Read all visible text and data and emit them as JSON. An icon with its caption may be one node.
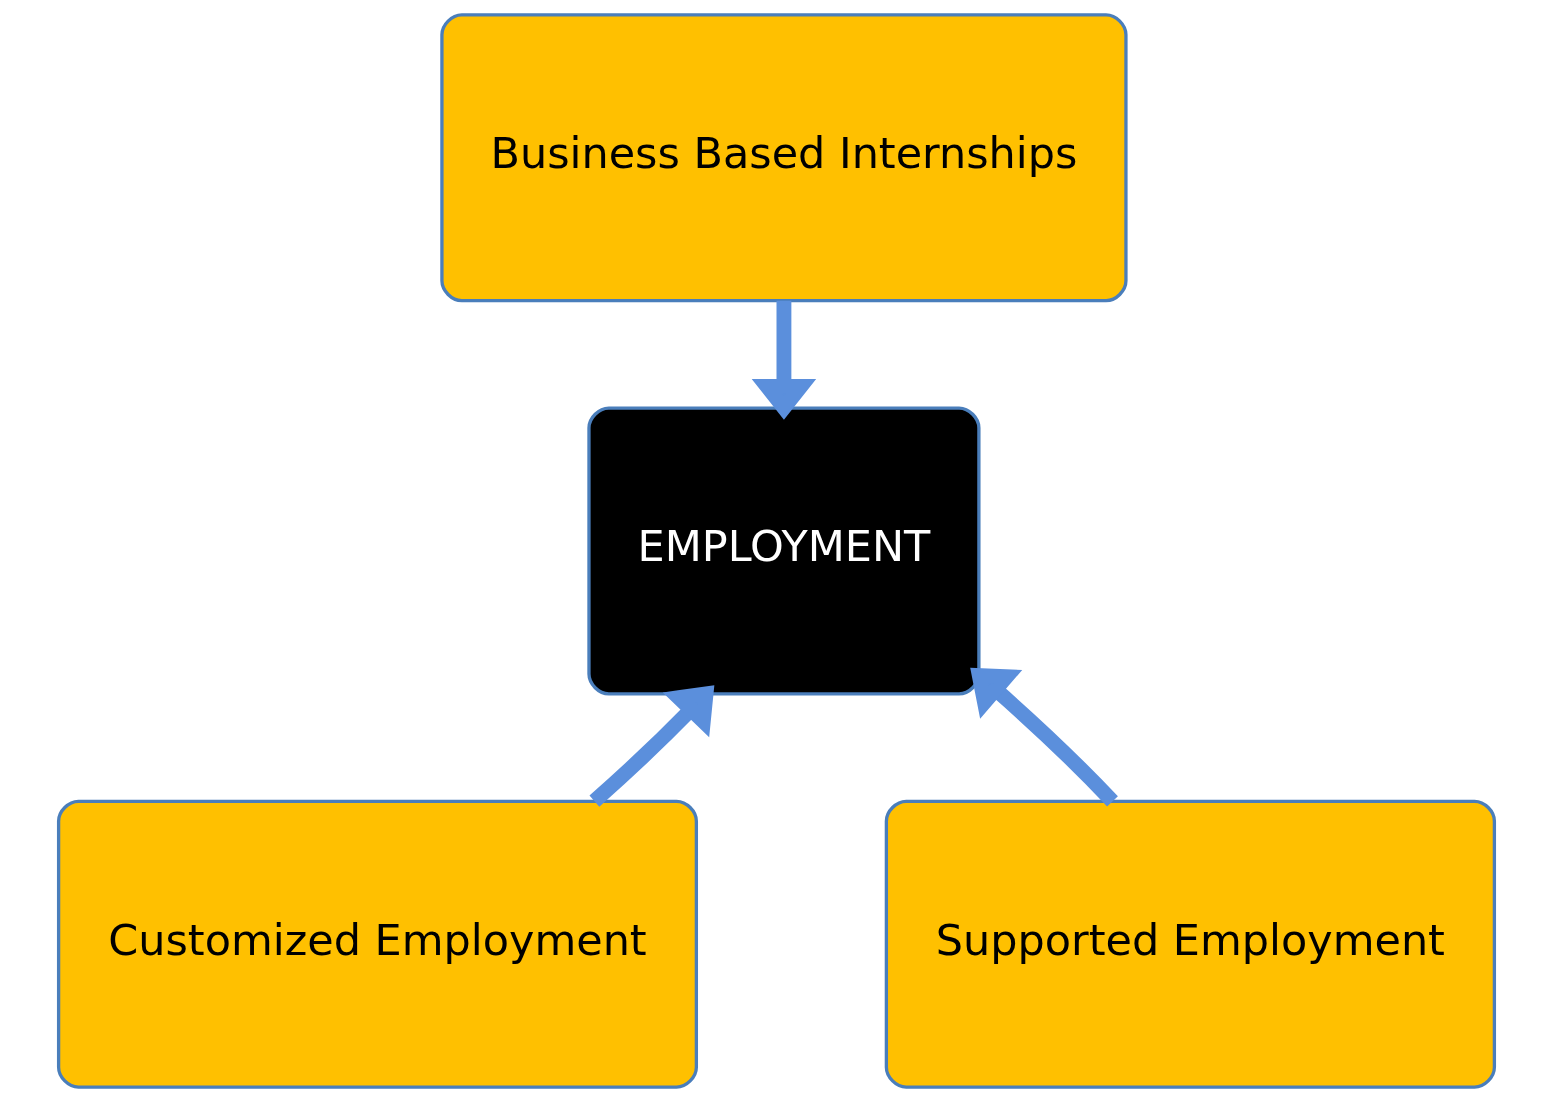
{
  "diagram": {
    "nodes": [
      {
        "text": [
          "Business Based Internships"
        ]
      },
      {
        "text": [
          "EMPLOYMENT"
        ]
      },
      {
        "text": [
          "Customized Employment"
        ]
      },
      {
        "text": [
          "Supported Employment"
        ]
      }
    ],
    "edges": [
      {
        "from": 0,
        "to": 1,
        "arrow": "to"
      },
      {
        "from": 2,
        "to": 1,
        "arrow": "to"
      },
      {
        "from": 3,
        "to": 1,
        "arrow": "to"
      }
    ]
  }
}
